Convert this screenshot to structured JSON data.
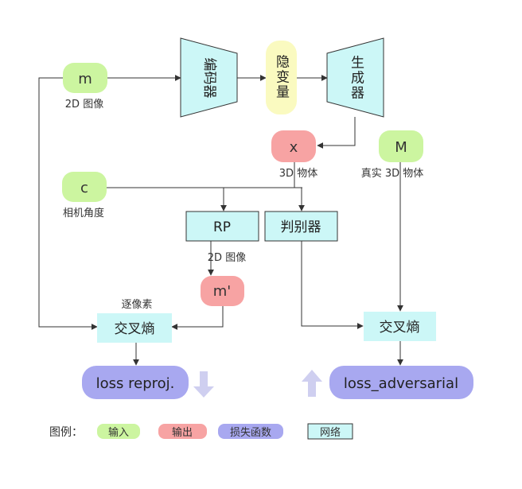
{
  "nodes": {
    "input_m": {
      "label": "m",
      "caption": "2D 图像"
    },
    "input_c": {
      "label": "c",
      "caption": "相机角度"
    },
    "encoder": {
      "label": "编码器"
    },
    "latent": {
      "label": "隐变量"
    },
    "generator": {
      "label": "生成器"
    },
    "output_x": {
      "label": "x",
      "caption": "3D 物体"
    },
    "input_M": {
      "label": "M",
      "caption": "真实 3D 物体"
    },
    "rp": {
      "label": "RP",
      "caption": "2D 图像"
    },
    "discriminator": {
      "label": "判别器"
    },
    "output_m_prime": {
      "label": "m'"
    },
    "cross_entropy_left": {
      "label": "交叉熵",
      "caption": "逐像素"
    },
    "cross_entropy_right": {
      "label": "交叉熵"
    },
    "loss_reproj": {
      "label": "loss reproj."
    },
    "loss_adversarial": {
      "label": "loss_adversarial"
    }
  },
  "legend": {
    "title": "图例：",
    "input": "输入",
    "output": "输出",
    "loss": "损失函数",
    "network": "网络"
  },
  "colors": {
    "input": "#ccf5a0",
    "output": "#f7a3a3",
    "loss": "#a8a8f0",
    "network": "#ccf7f7",
    "latent": "#fafac0",
    "arrow": "#cfcff0",
    "line": "#333333"
  }
}
